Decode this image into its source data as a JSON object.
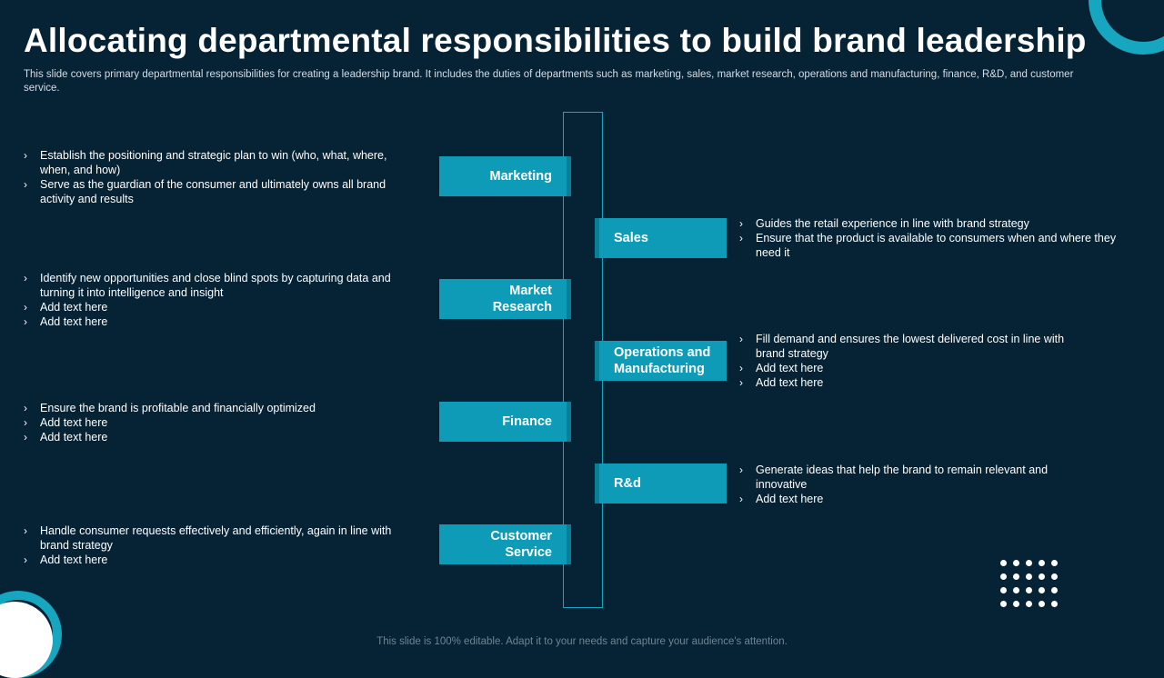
{
  "slide": {
    "title": "Allocating departmental responsibilities to build brand leadership",
    "subtitle": "This slide covers primary departmental responsibilities for creating a leadership brand. It includes the duties of departments such as marketing, sales, market research, operations and manufacturing, finance, R&D, and customer service.",
    "footer": "This slide is 100% editable. Adapt it to your needs and capture your audience's attention."
  },
  "colors": {
    "background": "#062235",
    "accent": "#0d9bb8",
    "ring": "#17a6c0"
  },
  "departments": {
    "marketing": {
      "label": "Marketing",
      "bullets": [
        "Establish the positioning and strategic plan to win (who, what, where, when, and how)",
        "Serve as the guardian of the consumer and ultimately owns all brand activity and results"
      ]
    },
    "sales": {
      "label": "Sales",
      "bullets": [
        "Guides the retail experience in line with brand strategy",
        "Ensure that the product is available to consumers when and where they need it"
      ]
    },
    "market_research": {
      "label": "Market Research",
      "bullets": [
        "Identify new opportunities and close blind spots by capturing data and turning it into intelligence and insight",
        "Add text here",
        "Add text here"
      ]
    },
    "operations": {
      "label": "Operations and Manufacturing",
      "bullets": [
        "Fill demand and ensures the lowest delivered cost in line with brand strategy",
        "Add text here",
        "Add text here"
      ]
    },
    "finance": {
      "label": "Finance",
      "bullets": [
        "Ensure the brand is profitable and financially optimized",
        "Add text here",
        "Add text here"
      ]
    },
    "rnd": {
      "label": "R&d",
      "bullets": [
        "Generate ideas that help the brand to remain relevant and innovative",
        "Add text here"
      ]
    },
    "customer_service": {
      "label": "Customer Service",
      "bullets": [
        "Handle consumer requests effectively and efficiently, again in line with brand strategy",
        "Add text here"
      ]
    }
  },
  "bullet_icon": "chevron-right-icon"
}
